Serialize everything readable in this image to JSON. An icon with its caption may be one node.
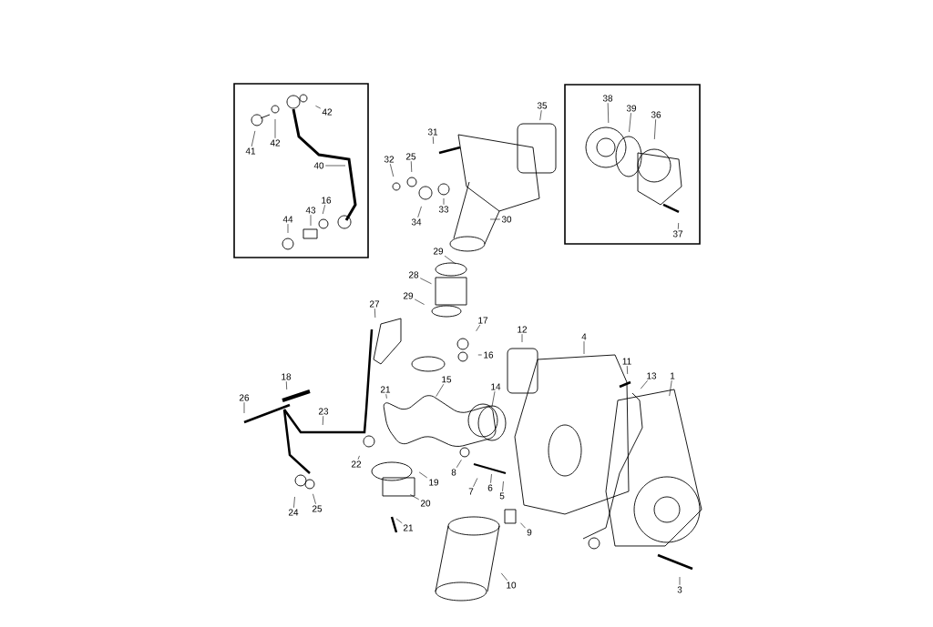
{
  "diagram": {
    "nodes": [
      {
        "text": [],
        "shape": "box"
      },
      {
        "text": [],
        "shape": "box"
      },
      {
        "text": [
          "42"
        ],
        "in": 0
      },
      {
        "text": [
          "41"
        ],
        "in": 0
      },
      {
        "text": [
          "42"
        ],
        "in": 0
      },
      {
        "text": [
          "40"
        ],
        "in": 0
      },
      {
        "text": [
          "16"
        ],
        "in": 0
      },
      {
        "text": [
          "43"
        ],
        "in": 0
      },
      {
        "text": [
          "44"
        ],
        "in": 0
      },
      {
        "text": [
          "35"
        ]
      },
      {
        "text": [
          "31"
        ]
      },
      {
        "text": [
          "32"
        ]
      },
      {
        "text": [
          "25"
        ]
      },
      {
        "text": [
          "34"
        ]
      },
      {
        "text": [
          "33"
        ]
      },
      {
        "text": [
          "30"
        ]
      },
      {
        "text": [
          "38"
        ],
        "in": 1
      },
      {
        "text": [
          "39"
        ],
        "in": 1
      },
      {
        "text": [
          "36"
        ],
        "in": 1
      },
      {
        "text": [
          "37"
        ],
        "in": 1
      },
      {
        "text": [
          "29"
        ]
      },
      {
        "text": [
          "28"
        ]
      },
      {
        "text": [
          "29"
        ]
      },
      {
        "text": [
          "27"
        ]
      },
      {
        "text": [
          "17"
        ]
      },
      {
        "text": [
          "12"
        ]
      },
      {
        "text": [
          "4"
        ]
      },
      {
        "text": [
          "16"
        ]
      },
      {
        "text": [
          "11"
        ]
      },
      {
        "text": [
          "13"
        ]
      },
      {
        "text": [
          "1"
        ]
      },
      {
        "text": [
          "18"
        ]
      },
      {
        "text": [
          "15"
        ]
      },
      {
        "text": [
          "21"
        ]
      },
      {
        "text": [
          "14"
        ]
      },
      {
        "text": [
          "26"
        ]
      },
      {
        "text": [
          "23"
        ]
      },
      {
        "text": [
          "22"
        ]
      },
      {
        "text": [
          "8"
        ]
      },
      {
        "text": [
          "19"
        ]
      },
      {
        "text": [
          "7"
        ]
      },
      {
        "text": [
          "6"
        ]
      },
      {
        "text": [
          "5"
        ]
      },
      {
        "text": [
          "20"
        ]
      },
      {
        "text": [
          "24"
        ]
      },
      {
        "text": [
          "25"
        ]
      },
      {
        "text": [
          "21"
        ]
      },
      {
        "text": [
          "9"
        ]
      },
      {
        "text": [
          "10"
        ]
      },
      {
        "text": [
          "3"
        ]
      }
    ],
    "edges": [
      {
        "from": 2,
        "to": null,
        "arrow": "none"
      },
      {
        "from": 3,
        "to": null,
        "arrow": "none"
      },
      {
        "from": 4,
        "to": null,
        "arrow": "none"
      },
      {
        "from": 5,
        "to": null,
        "arrow": "none"
      },
      {
        "from": 6,
        "to": null,
        "arrow": "none"
      },
      {
        "from": 7,
        "to": null,
        "arrow": "none"
      },
      {
        "from": 8,
        "to": null,
        "arrow": "none"
      },
      {
        "from": 9,
        "to": null,
        "arrow": "none"
      },
      {
        "from": 10,
        "to": null,
        "arrow": "none"
      },
      {
        "from": 11,
        "to": null,
        "arrow": "none"
      },
      {
        "from": 12,
        "to": null,
        "arrow": "none"
      },
      {
        "from": 13,
        "to": null,
        "arrow": "none"
      },
      {
        "from": 14,
        "to": null,
        "arrow": "none"
      },
      {
        "from": 15,
        "to": null,
        "arrow": "none"
      },
      {
        "from": 16,
        "to": null,
        "arrow": "none"
      },
      {
        "from": 17,
        "to": null,
        "arrow": "none"
      },
      {
        "from": 18,
        "to": null,
        "arrow": "none"
      },
      {
        "from": 19,
        "to": null,
        "arrow": "none"
      },
      {
        "from": 20,
        "to": null,
        "arrow": "none"
      },
      {
        "from": 21,
        "to": null,
        "arrow": "none"
      },
      {
        "from": 22,
        "to": null,
        "arrow": "none"
      },
      {
        "from": 23,
        "to": null,
        "arrow": "none"
      },
      {
        "from": 24,
        "to": null,
        "arrow": "none"
      },
      {
        "from": 25,
        "to": null,
        "arrow": "none"
      },
      {
        "from": 26,
        "to": null,
        "arrow": "none"
      },
      {
        "from": 27,
        "to": null,
        "arrow": "none"
      },
      {
        "from": 28,
        "to": null,
        "arrow": "none"
      },
      {
        "from": 29,
        "to": null,
        "arrow": "none"
      },
      {
        "from": 30,
        "to": null,
        "arrow": "none"
      },
      {
        "from": 31,
        "to": null,
        "arrow": "none"
      },
      {
        "from": 32,
        "to": null,
        "arrow": "none"
      },
      {
        "from": 33,
        "to": null,
        "arrow": "none"
      },
      {
        "from": 34,
        "to": null,
        "arrow": "none"
      },
      {
        "from": 35,
        "to": null,
        "arrow": "none"
      },
      {
        "from": 36,
        "to": null,
        "arrow": "none"
      },
      {
        "from": 37,
        "to": null,
        "arrow": "none"
      },
      {
        "from": 38,
        "to": null,
        "arrow": "none"
      },
      {
        "from": 39,
        "to": null,
        "arrow": "none"
      },
      {
        "from": 40,
        "to": null,
        "arrow": "none"
      },
      {
        "from": 41,
        "to": null,
        "arrow": "none"
      },
      {
        "from": 42,
        "to": null,
        "arrow": "none"
      },
      {
        "from": 43,
        "to": null,
        "arrow": "none"
      },
      {
        "from": 44,
        "to": null,
        "arrow": "none"
      },
      {
        "from": 45,
        "to": null,
        "arrow": "none"
      },
      {
        "from": 46,
        "to": null,
        "arrow": "none"
      },
      {
        "from": 47,
        "to": null,
        "arrow": "none"
      },
      {
        "from": 48,
        "to": null,
        "arrow": "none"
      },
      {
        "from": 49,
        "to": null,
        "arrow": "none"
      }
    ]
  }
}
